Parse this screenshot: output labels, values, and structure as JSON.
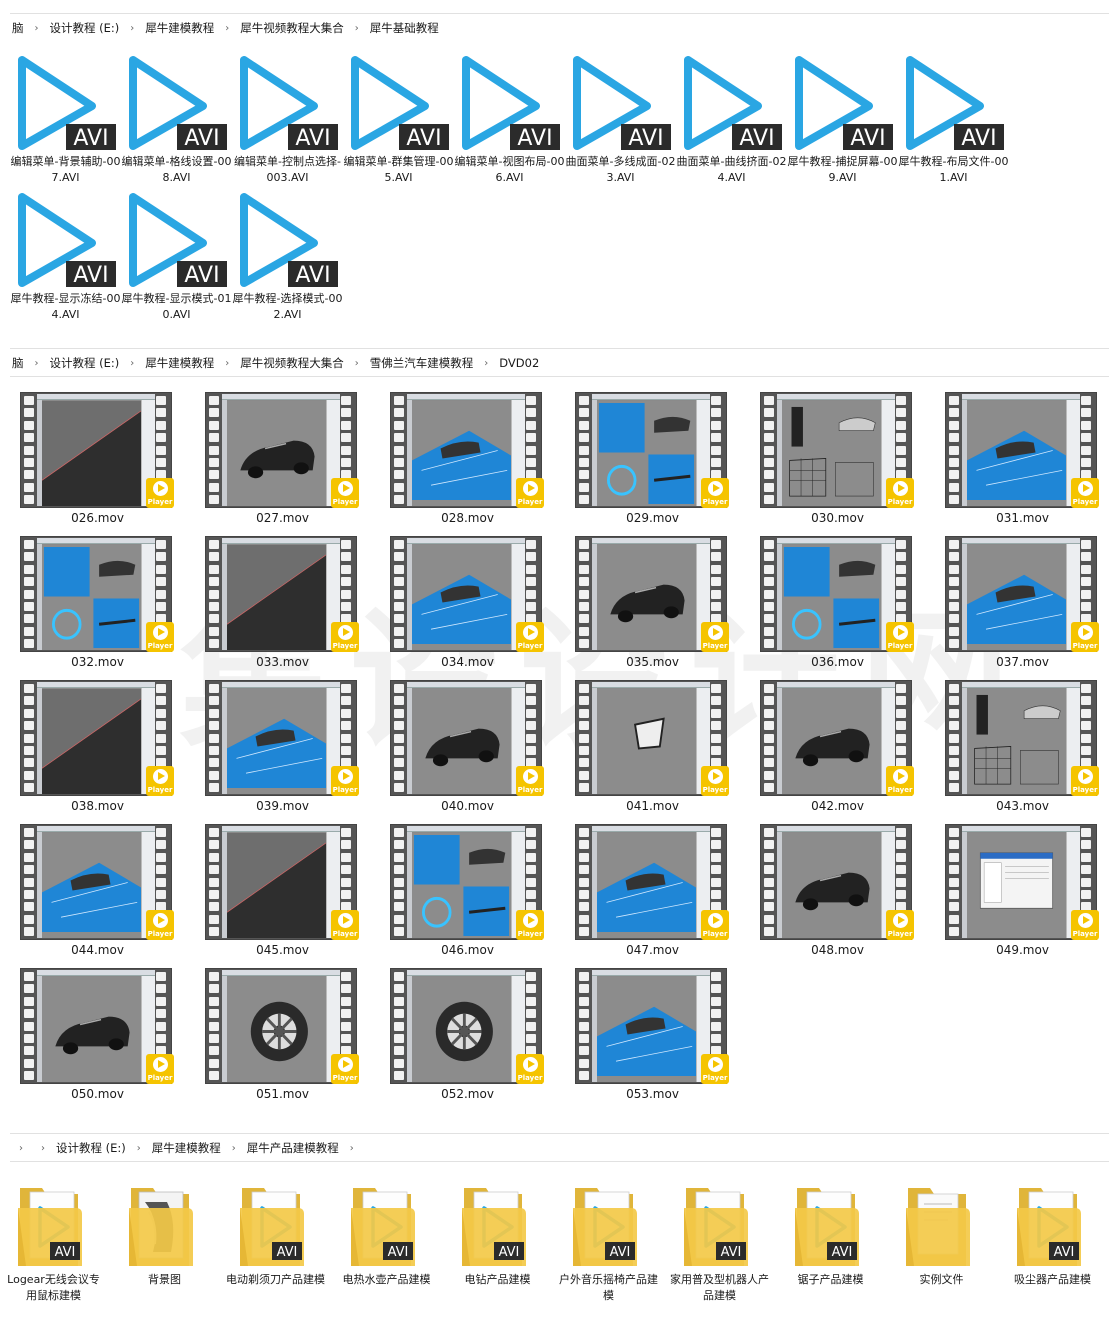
{
  "breadcrumbs": [
    [
      "脑",
      "设计教程 (E:)",
      "犀牛建模教程",
      "犀牛视频教程大集合",
      "犀牛基础教程"
    ],
    [
      "脑",
      "设计教程 (E:)",
      "犀牛建模教程",
      "犀牛视频教程大集合",
      "雪佛兰汽车建模教程",
      "DVD02"
    ],
    [
      "",
      "设计教程 (E:)",
      "犀牛建模教程",
      "犀牛产品建模教程",
      ""
    ]
  ],
  "icon_text": {
    "avi": "AVI",
    "player": "Player"
  },
  "avi_files": [
    "编辑菜单-背景辅助-007.AVI",
    "编辑菜单-格线设置-008.AVI",
    "编辑菜单-控制点选择-003.AVI",
    "编辑菜单-群集管理-005.AVI",
    "编辑菜单-视图布局-006.AVI",
    "曲面菜单-多线成面-023.AVI",
    "曲面菜单-曲线挤面-024.AVI",
    "犀牛教程-捕捉屏幕-009.AVI",
    "犀牛教程-布局文件-001.AVI",
    "犀牛教程-显示冻结-004.AVI",
    "犀牛教程-显示模式-010.AVI",
    "犀牛教程-选择模式-002.AVI"
  ],
  "mov_files": [
    {
      "name": "026.mov",
      "scene": "dark"
    },
    {
      "name": "027.mov",
      "scene": "car"
    },
    {
      "name": "028.mov",
      "scene": "blue"
    },
    {
      "name": "029.mov",
      "scene": "quad"
    },
    {
      "name": "030.mov",
      "scene": "wire"
    },
    {
      "name": "031.mov",
      "scene": "blue"
    },
    {
      "name": "032.mov",
      "scene": "quad"
    },
    {
      "name": "033.mov",
      "scene": "dark"
    },
    {
      "name": "034.mov",
      "scene": "blue"
    },
    {
      "name": "035.mov",
      "scene": "car"
    },
    {
      "name": "036.mov",
      "scene": "quad"
    },
    {
      "name": "037.mov",
      "scene": "blue"
    },
    {
      "name": "038.mov",
      "scene": "dark"
    },
    {
      "name": "039.mov",
      "scene": "blue"
    },
    {
      "name": "040.mov",
      "scene": "car"
    },
    {
      "name": "041.mov",
      "scene": "plain"
    },
    {
      "name": "042.mov",
      "scene": "car"
    },
    {
      "name": "043.mov",
      "scene": "wire"
    },
    {
      "name": "044.mov",
      "scene": "blue"
    },
    {
      "name": "045.mov",
      "scene": "dark"
    },
    {
      "name": "046.mov",
      "scene": "quad"
    },
    {
      "name": "047.mov",
      "scene": "blue"
    },
    {
      "name": "048.mov",
      "scene": "car"
    },
    {
      "name": "049.mov",
      "scene": "dialog"
    },
    {
      "name": "050.mov",
      "scene": "car"
    },
    {
      "name": "051.mov",
      "scene": "wheel"
    },
    {
      "name": "052.mov",
      "scene": "wheel"
    },
    {
      "name": "053.mov",
      "scene": "blue"
    }
  ],
  "folders": [
    {
      "name": "Logear无线会议专用鼠标建模",
      "type": "avi"
    },
    {
      "name": "背景图",
      "type": "image"
    },
    {
      "name": "电动剃须刀产品建模",
      "type": "avi"
    },
    {
      "name": "电热水壶产品建模",
      "type": "avi"
    },
    {
      "name": "电钻产品建模",
      "type": "avi"
    },
    {
      "name": "户外音乐摇椅产品建模",
      "type": "avi"
    },
    {
      "name": "家用普及型机器人产品建模",
      "type": "avi"
    },
    {
      "name": "锯子产品建模",
      "type": "avi"
    },
    {
      "name": "实例文件",
      "type": "doc"
    },
    {
      "name": "吸尘器产品建模",
      "type": "avi"
    }
  ],
  "watermark": "集设设计网",
  "colors": {
    "avi_play": "#2aa6e3",
    "avi_badge": "#2b2b2b",
    "player_badge": "#f5c400",
    "folder": "#f3c948",
    "viewport_blue": "#1f86d6"
  }
}
